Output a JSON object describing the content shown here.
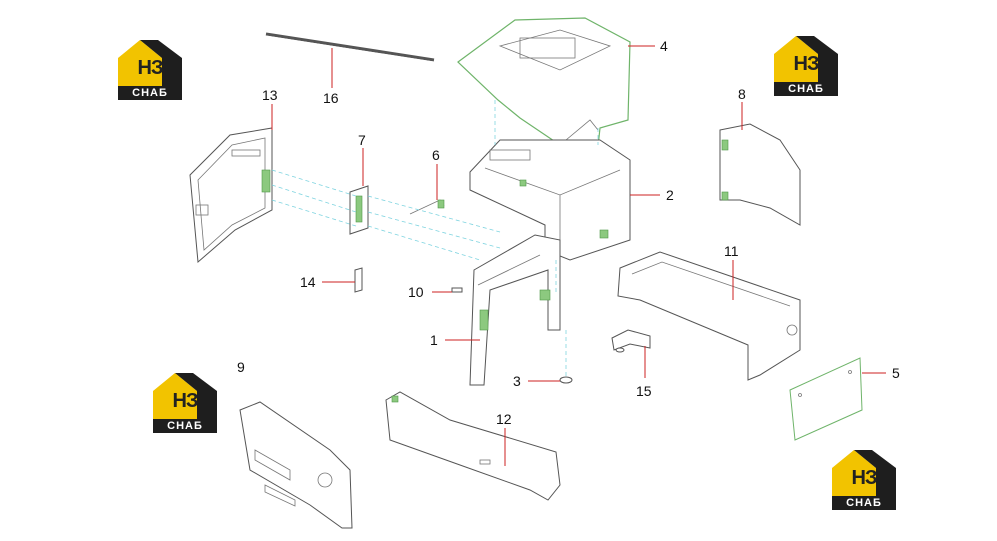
{
  "logo": {
    "brand": "НЗ",
    "caption": "СНАБ",
    "accent": "#f2c300",
    "dark": "#1e1e1e"
  },
  "callouts": [
    {
      "id": "1",
      "label": "1"
    },
    {
      "id": "2",
      "label": "2"
    },
    {
      "id": "3",
      "label": "3"
    },
    {
      "id": "4",
      "label": "4"
    },
    {
      "id": "5",
      "label": "5"
    },
    {
      "id": "6",
      "label": "6"
    },
    {
      "id": "7",
      "label": "7"
    },
    {
      "id": "8",
      "label": "8"
    },
    {
      "id": "9",
      "label": "9"
    },
    {
      "id": "10",
      "label": "10"
    },
    {
      "id": "11",
      "label": "11"
    },
    {
      "id": "12",
      "label": "12"
    },
    {
      "id": "13",
      "label": "13"
    },
    {
      "id": "14",
      "label": "14"
    },
    {
      "id": "15",
      "label": "15"
    },
    {
      "id": "16",
      "label": "16"
    }
  ],
  "colors": {
    "leader": "#cc2222",
    "assembly_line": "#7fd4e0",
    "highlight_part": "#8cc97f"
  }
}
